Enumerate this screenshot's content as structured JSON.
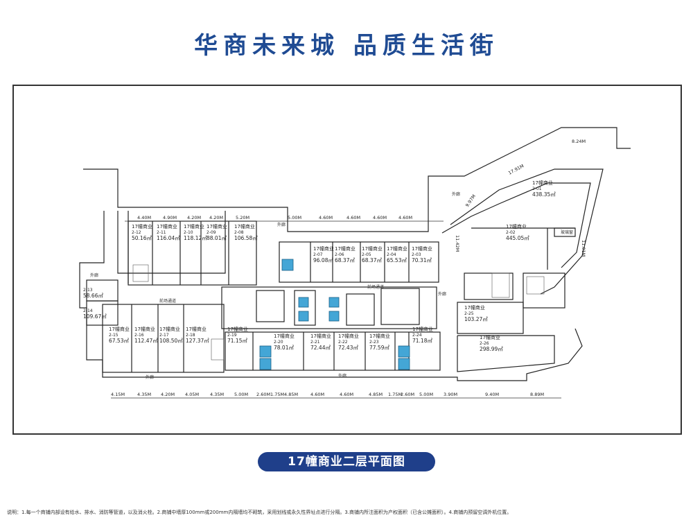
{
  "headline": "华商未来城 品质生活街",
  "badge": "17幢商业二层平面图",
  "note": "说明：1.每一个商铺内部设有给水、排水、消防等管道，以及消火栓。2.商铺中墙厚100mm或200mm内隔墙均不砌筑，采用划线或永久性界址点进行分隔。3.商铺内所注面积为产权面积（已含公摊面积）。4.商铺内预留空调外机位置。",
  "units": [
    {
      "name": "17幢商业",
      "no": "2-12",
      "area": "50.16㎡"
    },
    {
      "name": "17幢商业",
      "no": "2-11",
      "area": "116.04㎡"
    },
    {
      "name": "17幢商业",
      "no": "2-10",
      "area": "118.12㎡"
    },
    {
      "name": "17幢商业",
      "no": "2-09",
      "area": "88.01㎡"
    },
    {
      "name": "17幢商业",
      "no": "2-08",
      "area": "106.58㎡"
    },
    {
      "name": "17幢商业",
      "no": "2-07",
      "area": "96.08㎡"
    },
    {
      "name": "17幢商业",
      "no": "2-06",
      "area": "68.37㎡"
    },
    {
      "name": "17幢商业",
      "no": "2-05",
      "area": "68.37㎡"
    },
    {
      "name": "17幢商业",
      "no": "2-04",
      "area": "65.53㎡"
    },
    {
      "name": "17幢商业",
      "no": "2-03",
      "area": "70.31㎡"
    },
    {
      "name": "17幢商业",
      "no": "2-01",
      "area": "438.35㎡"
    },
    {
      "name": "17幢商业",
      "no": "2-02",
      "area": "445.05㎡"
    },
    {
      "name": "",
      "no": "2-13",
      "area": "58.66㎡"
    },
    {
      "name": "",
      "no": "2-14",
      "area": "109.67㎡"
    },
    {
      "name": "17幢商业",
      "no": "2-15",
      "area": "67.53㎡"
    },
    {
      "name": "17幢商业",
      "no": "2-16",
      "area": "112.47㎡"
    },
    {
      "name": "17幢商业",
      "no": "2-17",
      "area": "108.50㎡"
    },
    {
      "name": "17幢商业",
      "no": "2-18",
      "area": "127.37㎡"
    },
    {
      "name": "17幢商业",
      "no": "2-19",
      "area": "71.15㎡"
    },
    {
      "name": "17幢商业",
      "no": "2-20",
      "area": "78.01㎡"
    },
    {
      "name": "17幢商业",
      "no": "2-21",
      "area": "72.44㎡"
    },
    {
      "name": "17幢商业",
      "no": "2-22",
      "area": "72.43㎡"
    },
    {
      "name": "17幢商业",
      "no": "2-23",
      "area": "77.59㎡"
    },
    {
      "name": "17幢商业",
      "no": "2-24",
      "area": "71.18㎡"
    },
    {
      "name": "17幢商业",
      "no": "2-25",
      "area": "103.27㎡"
    },
    {
      "name": "17幢商业",
      "no": "2-26",
      "area": "298.99㎡"
    }
  ],
  "top_dims": [
    "4.40M",
    "4.90M",
    "4.20M",
    "4.20M",
    "5.20M",
    "5.00M",
    "4.60M",
    "4.60M",
    "4.60M",
    "4.60M"
  ],
  "bottom_dims": [
    "4.15M",
    "4.35M",
    "4.20M",
    "4.05M",
    "4.35M",
    "5.00M",
    "2.60M",
    "1.75M",
    "4.85M",
    "4.60M",
    "4.60M",
    "4.85M",
    "1.75M",
    "2.60M",
    "5.00M",
    "3.90M",
    "9.40M",
    "8.89M"
  ],
  "right_dims": [
    "8.24M",
    "17.91M",
    "9.97M",
    "11.42M",
    "11.01M"
  ],
  "labels": {
    "corridor_top": "外廊",
    "corridor_bottom": "外廊",
    "corridor_left": "外廊",
    "corridor_right": "外廊",
    "corridor_ne": "外廊",
    "corridor_e": "外廊",
    "hall_left": "前场通道",
    "hall_right": "前场通道",
    "window": "玻璃窗"
  }
}
